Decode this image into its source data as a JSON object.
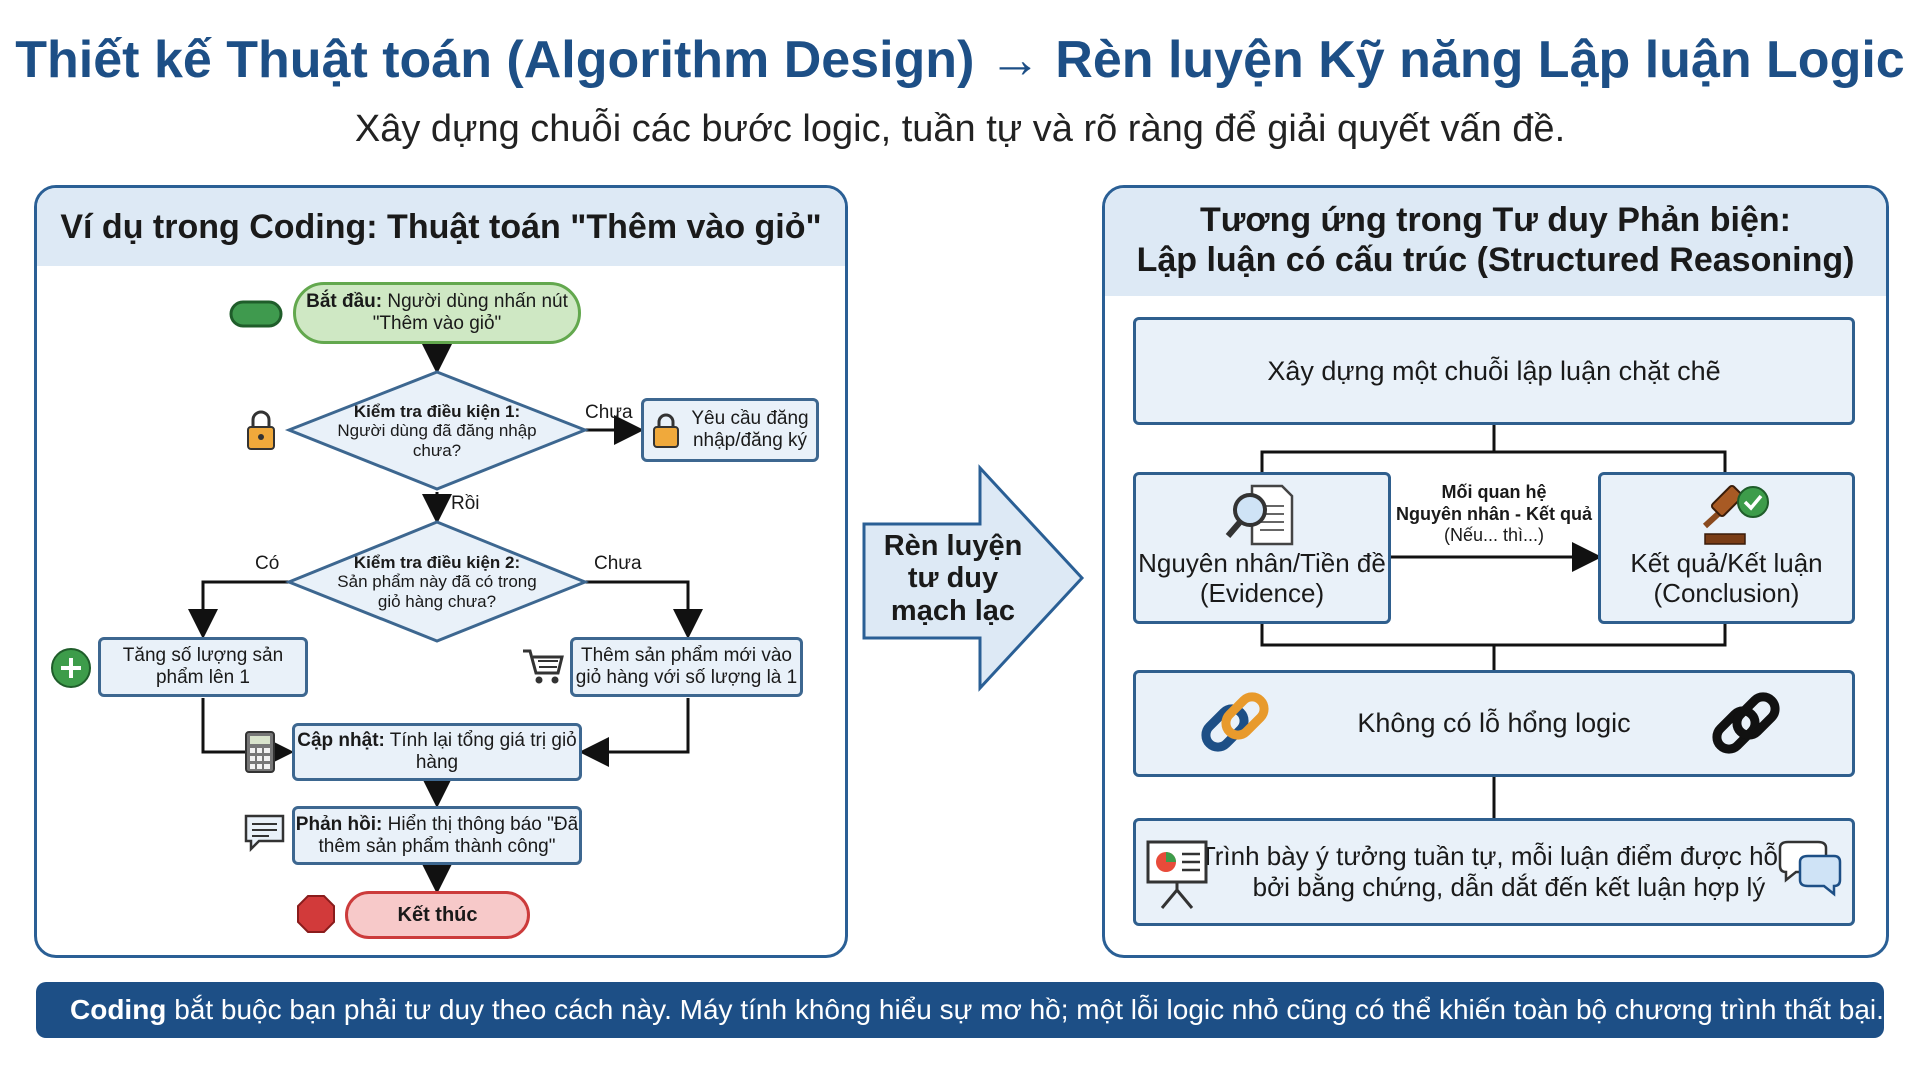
{
  "header": {
    "title": "Thiết kế Thuật toán (Algorithm Design) → Rèn luyện Kỹ năng Lập luận Logic",
    "subtitle": "Xây dựng chuỗi các bước logic, tuần tự và rõ ràng để giải quyết vấn đề."
  },
  "left_panel": {
    "title": "Ví dụ trong Coding: Thuật toán \"Thêm vào giỏ\"",
    "start_bold": "Bắt đầu:",
    "start_text": " Người dùng nhấn nút \"Thêm vào giỏ\"",
    "check1_bold": "Kiểm tra điều kiện 1:",
    "check1_text": "Người dùng đã đăng nhập chưa?",
    "label_chua_1": "Chưa",
    "login_text": "Yêu cầu đăng nhập/đăng ký",
    "label_roi": "Rồi",
    "check2_bold": "Kiểm tra điều kiện 2:",
    "check2_text": "Sản phẩm này đã có trong giỏ hàng chưa?",
    "label_co": "Có",
    "label_chua_2": "Chưa",
    "increase_text": "Tăng số lượng sản phẩm lên 1",
    "add_new_text": "Thêm sản phẩm mới vào giỏ hàng với số lượng là 1",
    "update_bold": "Cập nhật:",
    "update_text": " Tính lại tổng giá trị giỏ hàng",
    "feedback_bold": "Phản hồi:",
    "feedback_text": " Hiển thị thông báo \"Đã thêm sản phẩm thành công\"",
    "end_text": "Kết thúc"
  },
  "middle_arrow": {
    "text": "Rèn luyện tư duy mạch lạc"
  },
  "right_panel": {
    "title_line1": "Tương ứng trong Tư duy Phản biện:",
    "title_line2": "Lập luận có cấu trúc (Structured Reasoning)",
    "top_box": "Xây dựng một chuỗi lập luận chặt chẽ",
    "evidence_line1": "Nguyên nhân/Tiền đề",
    "evidence_line2": "(Evidence)",
    "relation_line1": "Mối quan hệ",
    "relation_line2": "Nguyên nhân - Kết quả",
    "relation_line3": "(Nếu... thì...)",
    "conclusion_line1": "Kết quả/Kết luận",
    "conclusion_line2": "(Conclusion)",
    "no_gap": "Không có lỗ hổng logic",
    "present_line1": "Trình bày ý tưởng tuần tự, mỗi luận điểm được hỗ trợ",
    "present_line2": "bởi bằng chứng, dẫn dắt đến kết luận hợp lý"
  },
  "footer": {
    "bold": "Coding",
    "text": " bắt buộc bạn phải tư duy theo cách này. Máy tính không hiểu sự mơ hồ; một lỗi logic nhỏ cũng có thể khiến toàn bộ chương trình thất bại."
  },
  "colors": {
    "title": "#1d4f86",
    "panel_border": "#2a5f95",
    "panel_head": "#dde9f5",
    "box_fill": "#e9f1f9",
    "start_green": "#cfe8c4",
    "end_red": "#f7c9c9",
    "footer": "#1d4f86"
  },
  "icons": [
    "green-button-icon",
    "lock-icon",
    "plus-circle-icon",
    "cart-icon",
    "calculator-icon",
    "chat-icon",
    "stop-sign-icon",
    "magnifier-document-icon",
    "gavel-check-icon",
    "chain-link-icon",
    "presentation-board-icon",
    "speech-bubbles-icon"
  ]
}
